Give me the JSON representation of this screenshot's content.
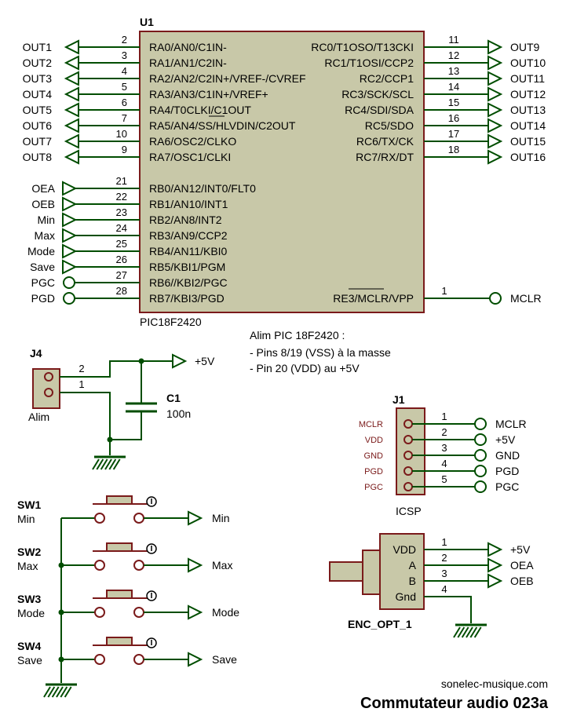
{
  "ic": {
    "ref": "U1",
    "part": "PIC18F2420",
    "left_pins": [
      {
        "num": "2",
        "name": "RA0/AN0/C1IN-",
        "net": "OUT1",
        "dir": "out"
      },
      {
        "num": "3",
        "name": "RA1/AN1/C2IN-",
        "net": "OUT2",
        "dir": "out"
      },
      {
        "num": "4",
        "name": "RA2/AN2/C2IN+/VREF-/CVREF",
        "net": "OUT3",
        "dir": "out"
      },
      {
        "num": "5",
        "name": "RA3/AN3/C1IN+/VREF+",
        "net": "OUT4",
        "dir": "out"
      },
      {
        "num": "6",
        "name": "RA4/T0CLKI/C1OUT",
        "net": "OUT5",
        "dir": "out"
      },
      {
        "num": "7",
        "name": "RA5/AN4/SS/HLVDIN/C2OUT",
        "net": "OUT6",
        "dir": "out"
      },
      {
        "num": "10",
        "name": "RA6/OSC2/CLKO",
        "net": "OUT7",
        "dir": "out"
      },
      {
        "num": "9",
        "name": "RA7/OSC1/CLKI",
        "net": "OUT8",
        "dir": "out"
      },
      {
        "num": "21",
        "name": "RB0/AN12/INT0/FLT0",
        "net": "OEA",
        "dir": "in"
      },
      {
        "num": "22",
        "name": "RB1/AN10/INT1",
        "net": "OEB",
        "dir": "in"
      },
      {
        "num": "23",
        "name": "RB2/AN8/INT2",
        "net": "Min",
        "dir": "in"
      },
      {
        "num": "24",
        "name": "RB3/AN9/CCP2",
        "net": "Max",
        "dir": "in"
      },
      {
        "num": "25",
        "name": "RB4/AN11/KBI0",
        "net": "Mode",
        "dir": "in"
      },
      {
        "num": "26",
        "name": "RB5/KBI1/PGM",
        "net": "Save",
        "dir": "in"
      },
      {
        "num": "27",
        "name": "RB6//KBI2/PGC",
        "net": "PGC",
        "dir": "io"
      },
      {
        "num": "28",
        "name": "RB7/KBI3/PGD",
        "net": "PGD",
        "dir": "io"
      }
    ],
    "right_pins": [
      {
        "num": "11",
        "name": "RC0/T1OSO/T13CKI",
        "net": "OUT9"
      },
      {
        "num": "12",
        "name": "RC1/T1OSI/CCP2",
        "net": "OUT10"
      },
      {
        "num": "13",
        "name": "RC2/CCP1",
        "net": "OUT11"
      },
      {
        "num": "14",
        "name": "RC3/SCK/SCL",
        "net": "OUT12"
      },
      {
        "num": "15",
        "name": "RC4/SDI/SDA",
        "net": "OUT13"
      },
      {
        "num": "16",
        "name": "RC5/SDO",
        "net": "OUT14"
      },
      {
        "num": "17",
        "name": "RC6/TX/CK",
        "net": "OUT15"
      },
      {
        "num": "18",
        "name": "RC7/RX/DT",
        "net": "OUT16"
      }
    ],
    "mclr_pin": {
      "num": "1",
      "name": "RE3/MCLR/VPP",
      "net": "MCLR"
    }
  },
  "note": {
    "line1": "Alim PIC 18F2420 :",
    "line2": "- Pins 8/19 (VSS) à la masse",
    "line3": "- Pin 20 (VDD) au +5V"
  },
  "power": {
    "ref": "J4",
    "label": "Alim",
    "pin1": "1",
    "pin2": "2",
    "supply": "+5V",
    "cap_ref": "C1",
    "cap_val": "100n"
  },
  "icsp": {
    "ref": "J1",
    "label": "ICSP",
    "pins": [
      {
        "num": "1",
        "name": "MCLR",
        "net": "MCLR"
      },
      {
        "num": "2",
        "name": "VDD",
        "net": "+5V"
      },
      {
        "num": "3",
        "name": "GND",
        "net": "GND"
      },
      {
        "num": "4",
        "name": "PGD",
        "net": "PGD"
      },
      {
        "num": "5",
        "name": "PGC",
        "net": "PGC"
      }
    ]
  },
  "switches": [
    {
      "ref": "SW1",
      "value": "Min",
      "net": "Min"
    },
    {
      "ref": "SW2",
      "value": "Max",
      "net": "Max"
    },
    {
      "ref": "SW3",
      "value": "Mode",
      "net": "Mode"
    },
    {
      "ref": "SW4",
      "value": "Save",
      "net": "Save"
    }
  ],
  "encoder": {
    "ref": "ENC_OPT_1",
    "pins": [
      {
        "num": "1",
        "name": "VDD",
        "net": "+5V"
      },
      {
        "num": "2",
        "name": "A",
        "net": "OEA"
      },
      {
        "num": "3",
        "name": "B",
        "net": "OEB"
      },
      {
        "num": "4",
        "name": "Gnd",
        "net": ""
      }
    ]
  },
  "footer": {
    "site": "sonelec-musique.com",
    "title": "Commutateur audio 023a"
  }
}
